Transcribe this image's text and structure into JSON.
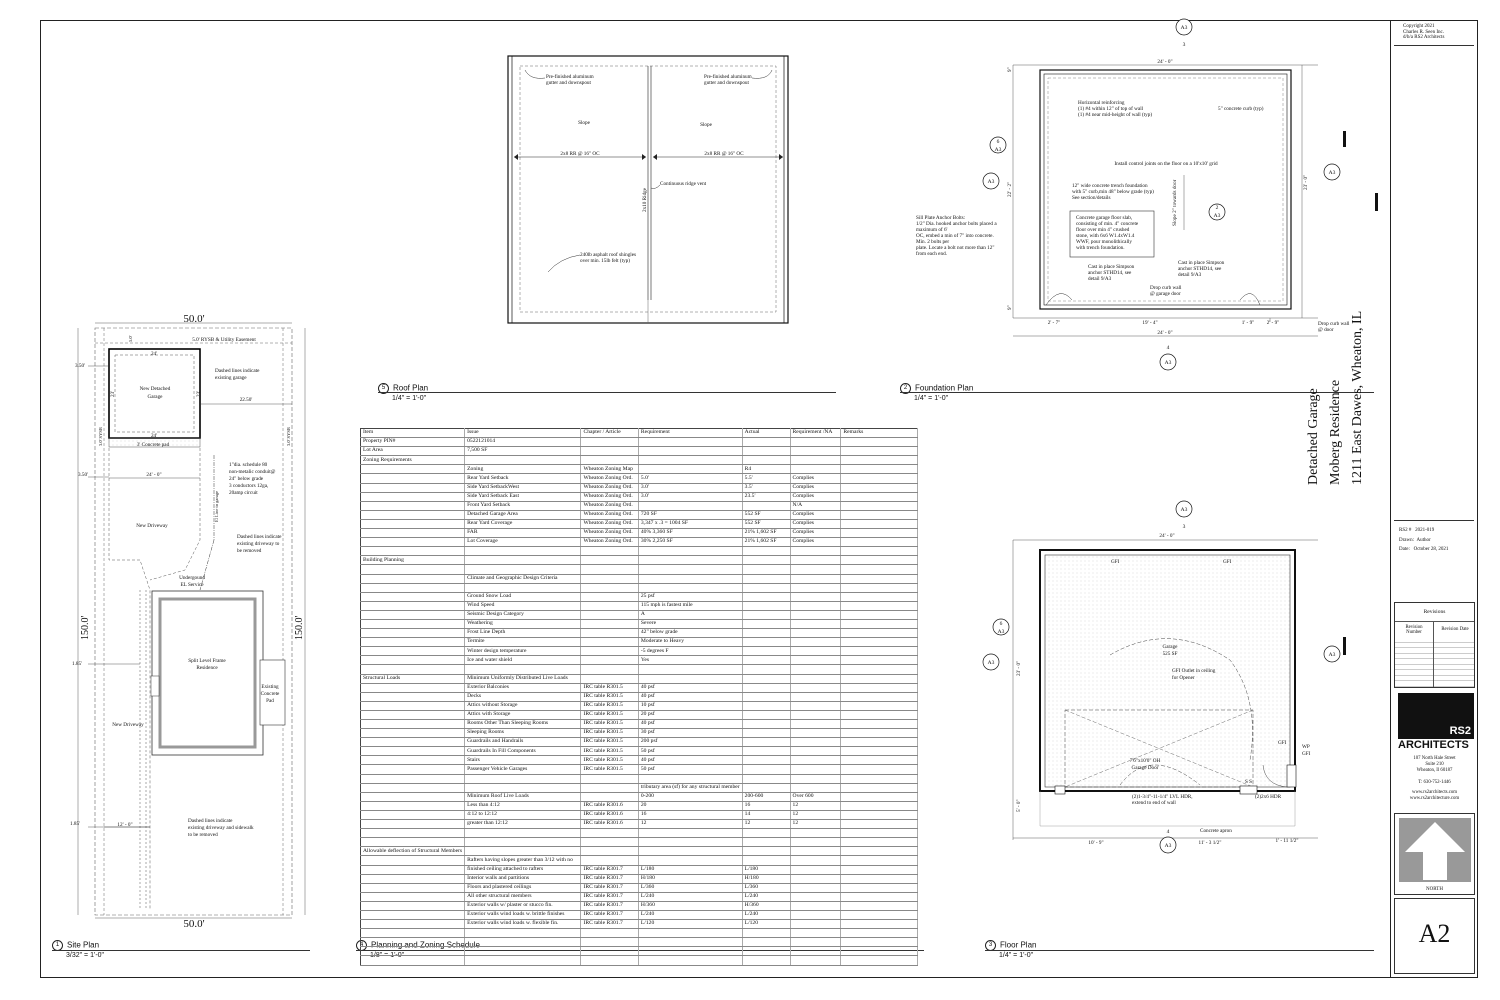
{
  "title_block": {
    "copyright": [
      "Copyright 2021",
      "Charles R. Seen Inc.",
      "d/b/a RS2 Architects"
    ],
    "project_name": "Detached Garage",
    "project_client": "Moberg Residence",
    "project_address": "1211 East Dawes, Wheaton, IL",
    "rs2_label": "RS2 #",
    "rs2_value": "2021-019",
    "drawn_label": "Drawn:",
    "drawn_value": "Author",
    "date_label": "Date:",
    "date_value": "October 28, 2021",
    "revisions_title": "Revisions",
    "revision_number_label": "Revision Number",
    "revision_date_label": "Revision Date",
    "logo_text": "RS2",
    "firm_name": "ARCHITECTS",
    "firm_address": [
      "107 North Hale Street",
      "Suite 210",
      "Wheaton, Il 60187"
    ],
    "firm_phone": "T: 630-752-1446",
    "firm_web": [
      "www.rs2architects.com",
      "www.rs2architecture.com"
    ],
    "north_label": "NORTH",
    "sheet_number": "A2"
  },
  "plan_titles": {
    "site": {
      "num": "1",
      "name": "Site Plan",
      "scale": "3/32\" = 1'-0\""
    },
    "foundation": {
      "num": "2",
      "name": "Foundation Plan",
      "scale": "1/4\" = 1'-0\""
    },
    "floor": {
      "num": "3",
      "name": "Floor Plan",
      "scale": "1/4\" = 1'-0\""
    },
    "zoning": {
      "num": "4",
      "name": "Planning and Zoning Schedule",
      "scale": "1/8\" = 1'-0\""
    },
    "roof": {
      "num": "5",
      "name": "Roof Plan",
      "scale": "1/4\" = 1'-0\""
    }
  },
  "site_plan": {
    "dim_top": "50.0'",
    "dim_bottom": "50.0'",
    "dim_left": "150.0'",
    "dim_right": "150.0'",
    "easement": "5.0' RYSB & Utility Easement",
    "d_5_0": "5.0'",
    "d_3_50a": "3.50'",
    "d_3_50b": "3.50'",
    "d_24a": "24'",
    "d_24b": "24'",
    "d_23a": "23'",
    "d_23b": "23'",
    "d_22_50": "22.50'",
    "d_24_0": "24' - 0\"",
    "d_1_85a": "1.85'",
    "d_1_85b": "1.85'",
    "d_12_0": "12' - 0\"",
    "sysb_left": "3.0' SYSB",
    "sysb_right": "3.0' SYSB",
    "garage": [
      "New Detached",
      "Garage"
    ],
    "concrete_pad": "3' Concrete pad",
    "dashed_garage": [
      "Dashed lines indicate",
      "existing garage"
    ],
    "conduit": [
      "1\"dia. schedule 80",
      "non-metalic conduit@",
      "24\" below grade",
      "3 conductors 12ga,",
      "20amp circuit"
    ],
    "el_line": "El Line to garage",
    "new_driveway_a": "New Driveway",
    "new_driveway_b": "New Driveway",
    "dashed_driveway": [
      "Dashed lines indicate",
      "existing driveway to",
      "be removed"
    ],
    "underground": [
      "Undergound",
      "EL Service"
    ],
    "residence": [
      "Split Level Frame",
      "Residence"
    ],
    "existing_pad": [
      "Existing",
      "Concrete",
      "Pad"
    ],
    "dashed_sidewalk": [
      "Dashed lines indicate",
      "existing driveway and sidewalk",
      "to be removed"
    ]
  },
  "roof_plan": {
    "gutter_left": [
      "Pre-finished aluminum",
      "gutter and downspout"
    ],
    "gutter_right": [
      "Pre-finished aluminum",
      "gutter and downspout"
    ],
    "slope_left": "Slope",
    "slope_right": "Slope",
    "rafter_left": "2x8 RR @ 16\" OC",
    "rafter_right": "2x8 RR @ 16\" OC",
    "ridge": "2x10 Ridge",
    "ridge_vent": "Continuous ridge vent",
    "shingles": [
      "240lb asphalt roof shingles",
      "over min. 15lb felt (typ)"
    ]
  },
  "foundation_plan": {
    "dim_top": "24' - 0\"",
    "dim_bottom": "24' - 0\"",
    "dim_left": "22' - 2\"",
    "dim_right": "23' - 0\"",
    "dim_b1": "2' - 7\"",
    "dim_b2": "19' - 4\"",
    "dim_b3": "1' - 9\"",
    "dim_b4": "2' - 9\"",
    "dim_l1": "9\"",
    "dim_l2": "9\"",
    "reinforcing": [
      "Horizontal reinforcing",
      "(1) #4 within 12\" of top of wall",
      "(1) #4 near mid-height of wall (typ)"
    ],
    "curb": "5\" concrete curb (typ)",
    "control_joints": "Install control joints on the floor on a 10'x10' grid",
    "trench": [
      "12\" wide  concrete trench foundation",
      "with 5\" curb,min 48\" below grade (typ)",
      "See section/details"
    ],
    "slope_door": "Slope 2\" towards door",
    "slab": [
      "Concrete garage floor slab,",
      "consisting of min. 4\" concrete",
      "floor over min 4\" crushed",
      "stone, with 6x6 W1.4xW1.4",
      "WWF, pour monolithically",
      "with trench foundation."
    ],
    "anchor_bolts": [
      "Sill Plate Anchor Bolts:",
      "1/2\" Dia. hooked anchor bolts placed a",
      "maximum of 6'",
      "OC, embed a min of 7\" into concrete.",
      "Min. 2 bolts per",
      "plate. Locate a bolt not more than 12\"",
      "from each end."
    ],
    "simpson_left": [
      "Cast in place Simpson",
      "anchor STHD14, see",
      "detail 9/A3"
    ],
    "simpson_right": [
      "Cast in place Simpson",
      "anchor STHD14, see",
      "detail 9/A3"
    ],
    "drop_curb": [
      "Drop curb wall",
      "@ garage door"
    ],
    "drop_curb_ext": [
      "Drop curb wall",
      "@ door"
    ]
  },
  "floor_plan": {
    "dim_top": "24' - 0\"",
    "dim_left": "23' - 0\"",
    "dim_b1": "10' - 9\"",
    "dim_b2": "11' - 3 1/2\"",
    "dim_b3": "1' - 11 1/2\"",
    "dim_l1": "5' - 0\"",
    "gfi_a": "GFI",
    "gfi_b": "GFI",
    "gfi_c": "GFI",
    "wp_gfi": [
      "WP",
      "GFI"
    ],
    "room": [
      "Garage",
      "525 SF"
    ],
    "gfi_ceiling": [
      "GFI Outlet in ceiling",
      "for Opener"
    ],
    "garage_door": [
      "7'6\"x10'0\" OH",
      "Garage Door"
    ],
    "lvl_hdr": [
      "(2)1-3/4\"-11-1/4\" LVL HDR,",
      "extend to end of wall"
    ],
    "hdr_2x6": "(2)2x6 HDR",
    "apron": "Concrete apron",
    "ss": "S S"
  },
  "tags": {
    "sheet": "A3",
    "n1": "1",
    "n2": "2",
    "n3": "3",
    "n4": "4",
    "n6": "6"
  },
  "zoning_headers": [
    "Item",
    "Issue",
    "Chapter / Article",
    "Requirement",
    "Actual",
    "Requirement /NA",
    "Remarks"
  ],
  "zoning_rows": [
    [
      "Property PIN#",
      "0522121014",
      "",
      "",
      "",
      "",
      ""
    ],
    [
      "Lot Area",
      "7,500 SF",
      "",
      "",
      "",
      "",
      ""
    ],
    [
      "Zoning Requirements",
      "",
      "",
      "",
      "",
      "",
      ""
    ],
    [
      "",
      "Zoning",
      "Wheaton Zoning Map",
      "",
      "R4",
      "",
      ""
    ],
    [
      "",
      "      Rear Yard Setback",
      "Wheaton Zoning Ord.",
      "5.0'",
      "5.5'",
      "Complies",
      ""
    ],
    [
      "",
      "      Side Yard SetbackWest",
      "Wheaton Zoning Ord.",
      "3.0'",
      "3.5'",
      "Complies",
      ""
    ],
    [
      "",
      "      Side Yard Setback East",
      "Wheaton Zoning Ord.",
      "3.0'",
      "23.5'",
      "Complies",
      ""
    ],
    [
      "",
      "      Front Yard Setback",
      "Wheaton Zoning Ord.",
      "",
      "",
      "N/A",
      ""
    ],
    [
      "",
      "      Detached Garage Area",
      "Wheaton Zoning Ord.",
      "720 SF",
      "552 SF",
      "Complies",
      ""
    ],
    [
      "",
      "      Rear Yard Coverage",
      "Wheaton Zoning Ord.",
      "3,347 x .3 = 1004 SF",
      "552 SF",
      "Complies",
      ""
    ],
    [
      "",
      "      FAR",
      "Wheaton Zoning Ord.",
      "40%  3,360 SF",
      "21%  1,602 SF",
      "Complies",
      ""
    ],
    [
      "",
      "      Lot Coverage",
      "Wheaton Zoning Ord.",
      "30%  2,250 SF",
      "21%  1,602 SF",
      "Complies",
      ""
    ],
    [
      "",
      "",
      "",
      "",
      "",
      "",
      ""
    ],
    [
      "Building Planning",
      "",
      "",
      "",
      "",
      "",
      ""
    ],
    [
      "",
      "",
      "",
      "",
      "",
      "",
      ""
    ],
    [
      "",
      "Climate and Geographic Design Criteria",
      "",
      "",
      "",
      "",
      ""
    ],
    [
      "",
      "",
      "",
      "",
      "",
      "",
      ""
    ],
    [
      "",
      "Ground Snow Load",
      "",
      "25 psf",
      "",
      "",
      ""
    ],
    [
      "",
      "Wind Speed",
      "",
      "115 mph is fastest mile",
      "",
      "",
      ""
    ],
    [
      "",
      "Seismic Design Category",
      "",
      "A",
      "",
      "",
      ""
    ],
    [
      "",
      "Weathering",
      "",
      "Severe",
      "",
      "",
      ""
    ],
    [
      "",
      "Frost Line Depth",
      "",
      "42\" below grade",
      "",
      "",
      ""
    ],
    [
      "",
      "Termite",
      "",
      "Moderate to Heavy",
      "",
      "",
      ""
    ],
    [
      "",
      "Winter design temperature",
      "",
      "-5 degrees F",
      "",
      "",
      ""
    ],
    [
      "",
      "Ice and water shield",
      "",
      "Yes",
      "",
      "",
      ""
    ],
    [
      "",
      "",
      "",
      "",
      "",
      "",
      ""
    ],
    [
      "Structural Loads",
      "Minimum Uniformly Distributed Live Loads",
      "",
      "",
      "",
      "",
      ""
    ],
    [
      "",
      "Exterior Balconies",
      "IRC table R301.5",
      "40 psf",
      "",
      "",
      ""
    ],
    [
      "",
      "Decks",
      "IRC table R301.5",
      "40 psf",
      "",
      "",
      ""
    ],
    [
      "",
      "Attics without Storage",
      "IRC table R301.5",
      "10 psf",
      "",
      "",
      ""
    ],
    [
      "",
      "Attics with Storage",
      "IRC table R301.5",
      "20 psf",
      "",
      "",
      ""
    ],
    [
      "",
      "Rooms Other Than Sleeping Rooms",
      "IRC table R301.5",
      "40 psf",
      "",
      "",
      ""
    ],
    [
      "",
      "Sleeping Rooms",
      "IRC table R301.5",
      "30 psf",
      "",
      "",
      ""
    ],
    [
      "",
      "Guardrails and Handrails",
      "IRC table R301.5",
      "200 psf",
      "",
      "",
      ""
    ],
    [
      "",
      "Guardrails In Fill Components",
      "IRC table R301.5",
      "50 psf",
      "",
      "",
      ""
    ],
    [
      "",
      "Stairs",
      "IRC table R301.5",
      "40 psf",
      "",
      "",
      ""
    ],
    [
      "",
      "Passenger Vehicle Garages",
      "IRC table R301.5",
      "50 psf",
      "",
      "",
      ""
    ],
    [
      "",
      "",
      "",
      "",
      "",
      "",
      ""
    ],
    [
      "",
      "",
      "",
      "tributary area (sf) for any structural member",
      "",
      "",
      ""
    ],
    [
      "",
      "Minimum Roof Live Loads",
      "",
      "0-200",
      "200-600",
      "Over 600",
      ""
    ],
    [
      "",
      "Less than 4:12",
      "IRC table R301.6",
      "20",
      "16",
      "12",
      ""
    ],
    [
      "",
      "4:12 to 12:12",
      "IRC table R301.6",
      "16",
      "14",
      "12",
      ""
    ],
    [
      "",
      "greater than 12:12",
      "IRC table R301.6",
      "12",
      "12",
      "12",
      ""
    ],
    [
      "",
      "",
      "",
      "",
      "",
      "",
      ""
    ],
    [
      "",
      "",
      "",
      "",
      "",
      "",
      ""
    ],
    [
      "Allowable deflection of Structural Members",
      "",
      "",
      "",
      "",
      "",
      ""
    ],
    [
      "",
      "Rafters having slopes greater than 3/12 with no",
      "",
      "",
      "",
      "",
      ""
    ],
    [
      "",
      "finished ceiling attached to rafters",
      "IRC table R301.7",
      "L/180",
      "L/180",
      "",
      ""
    ],
    [
      "",
      "Interior walls and partitions",
      "IRC table R301.7",
      "H/180",
      "H/180",
      "",
      ""
    ],
    [
      "",
      "Floors and plastered ceilings",
      "IRC table R301.7",
      "L/360",
      "L/360",
      "",
      ""
    ],
    [
      "",
      "All other structural members",
      "IRC table R301.7",
      "L/240",
      "L/240",
      "",
      ""
    ],
    [
      "",
      "Exterior walls w/ plaster or stucco fin.",
      "IRC table R301.7",
      "H/360",
      "H/360",
      "",
      ""
    ],
    [
      "",
      "Exterior walls wind loads w. brittle finishes",
      "IRC table R301.7",
      "L/240",
      "L/240",
      "",
      ""
    ],
    [
      "",
      "Exterior walls wind loads w. flexible fin.",
      "IRC table R301.7",
      "L/120",
      "L/120",
      "",
      ""
    ],
    [
      "",
      "",
      "",
      "",
      "",
      "",
      ""
    ],
    [
      "",
      "",
      "",
      "",
      "",
      "",
      ""
    ],
    [
      "",
      "",
      "",
      "",
      "",
      "",
      ""
    ],
    [
      "",
      "",
      "",
      "",
      "",
      "",
      ""
    ]
  ]
}
